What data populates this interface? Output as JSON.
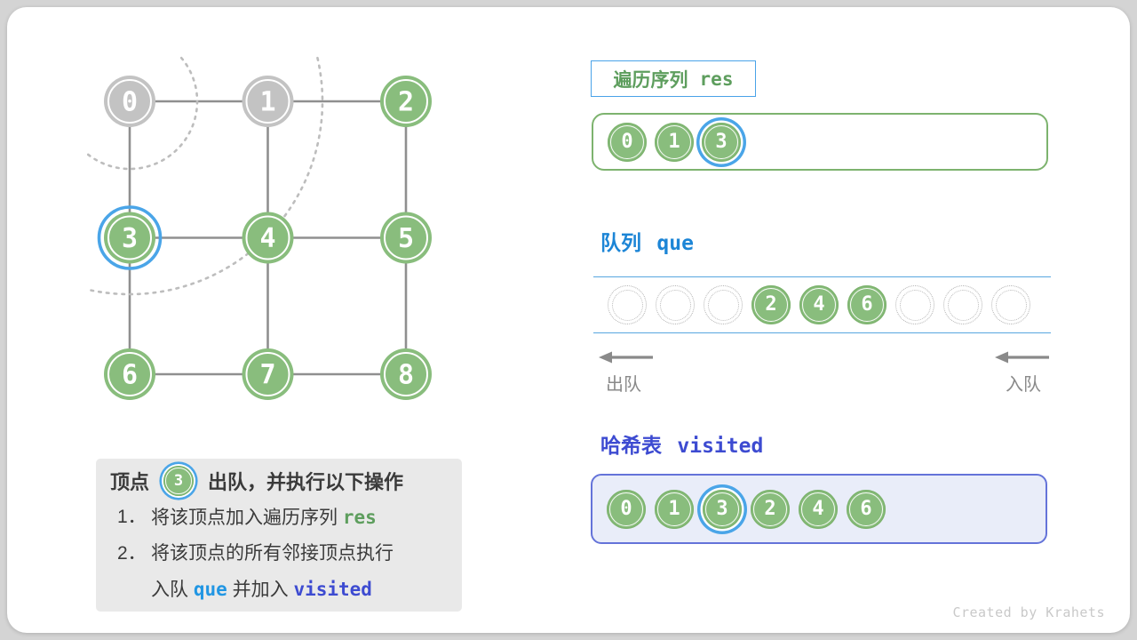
{
  "page": {
    "watermark": "Created by Krahets"
  },
  "colors": {
    "card_bg": "#ffffff",
    "page_bg": "#d4d4d4",
    "green_fill": "#89BD7D",
    "green_stroke": "#7DB36E",
    "gray_fill": "#C3C3C3",
    "highlight_ring": "#4AA5E8",
    "edge": "#8F8F8F",
    "arc_dot": "#BDBDBD",
    "queue_line": "#58A6E0",
    "res_label_green": "#5E9E5E",
    "res_label_border": "#4AA3E8",
    "queue_title_blue": "#1C85D6",
    "visited_title_indigo": "#3D4BD1",
    "visited_box_border": "#6473D9",
    "visited_box_fill": "#E9EDF9",
    "note_bg": "#E9E9E9"
  },
  "graph": {
    "nodes": [
      {
        "label": "0",
        "state": "gray"
      },
      {
        "label": "1",
        "state": "gray"
      },
      {
        "label": "2",
        "state": "green"
      },
      {
        "label": "3",
        "state": "green",
        "highlight": true
      },
      {
        "label": "4",
        "state": "green"
      },
      {
        "label": "5",
        "state": "green"
      },
      {
        "label": "6",
        "state": "green"
      },
      {
        "label": "7",
        "state": "green"
      },
      {
        "label": "8",
        "state": "green"
      }
    ],
    "edges": [
      [
        0,
        1
      ],
      [
        1,
        2
      ],
      [
        3,
        4
      ],
      [
        4,
        5
      ],
      [
        6,
        7
      ],
      [
        7,
        8
      ],
      [
        0,
        3
      ],
      [
        3,
        6
      ],
      [
        1,
        4
      ],
      [
        4,
        7
      ],
      [
        2,
        5
      ],
      [
        5,
        8
      ]
    ],
    "wave_center_node": 0,
    "wave_radii": [
      76,
      217
    ]
  },
  "res_panel": {
    "label_zh": "遍历序列",
    "label_code": "res",
    "items": [
      {
        "label": "0"
      },
      {
        "label": "1"
      },
      {
        "label": "3",
        "highlight": true
      }
    ]
  },
  "queue_panel": {
    "title_zh": "队列",
    "title_code": "que",
    "slots": [
      null,
      null,
      null,
      "2",
      "4",
      "6",
      null,
      null,
      null
    ],
    "dequeue_label": "出队",
    "enqueue_label": "入队"
  },
  "visited_panel": {
    "title_zh": "哈希表",
    "title_code": "visited",
    "items": [
      {
        "label": "0"
      },
      {
        "label": "1"
      },
      {
        "label": "3",
        "highlight": true
      },
      {
        "label": "2"
      },
      {
        "label": "4"
      },
      {
        "label": "6"
      }
    ]
  },
  "note_box": {
    "prefix": "顶点",
    "vertex": "3",
    "suffix": "出队，并执行以下操作",
    "steps": [
      {
        "num": "1．",
        "parts": [
          {
            "text": "将该顶点加入遍历序列 "
          },
          {
            "text": "res",
            "style": "code-green"
          }
        ]
      },
      {
        "num": "2．",
        "parts": [
          {
            "text": "将该顶点的所有邻接顶点执行"
          }
        ]
      },
      {
        "num": "",
        "parts": [
          {
            "text": "入队 "
          },
          {
            "text": "que",
            "style": "code-blue"
          },
          {
            "text": " 并加入 "
          },
          {
            "text": "visited",
            "style": "code-indigo"
          }
        ]
      }
    ]
  }
}
